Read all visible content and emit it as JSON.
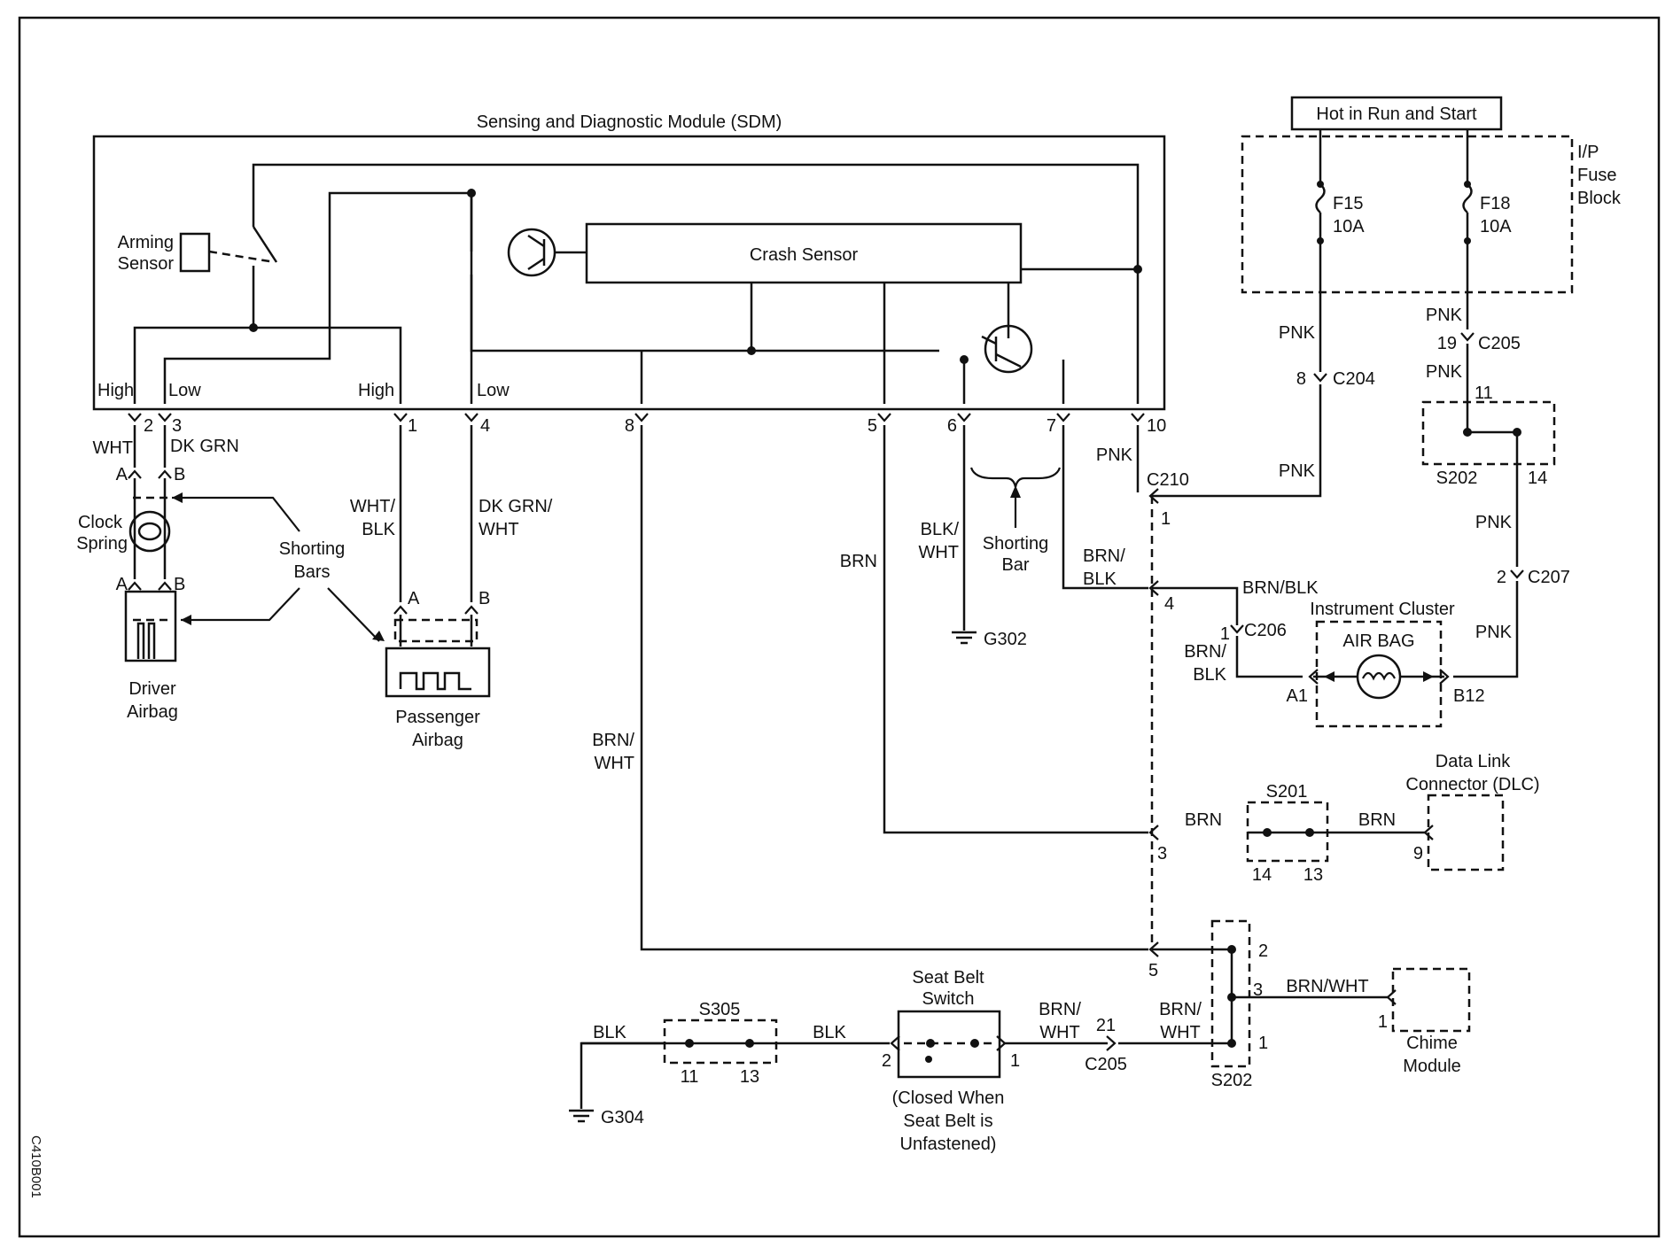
{
  "title": "Sensing and Diagnostic Module (SDM)",
  "power_label": "Hot in Run and Start",
  "fuse_block": [
    "I/P",
    "Fuse",
    "Block"
  ],
  "fuses": [
    {
      "name": "F15",
      "rating": "10A"
    },
    {
      "name": "F18",
      "rating": "10A"
    }
  ],
  "sdm_internal": {
    "arming_sensor": [
      "Arming",
      "Sensor"
    ],
    "crash_sensor": "Crash Sensor",
    "high": "High",
    "low": "Low"
  },
  "sdm_pins": [
    "2",
    "3",
    "1",
    "4",
    "8",
    "5",
    "6",
    "7",
    "10"
  ],
  "driver": {
    "wires": [
      "WHT",
      "DK GRN"
    ],
    "connector_letters": [
      "A",
      "B"
    ],
    "clock_spring": [
      "Clock",
      "Spring"
    ],
    "airbag": [
      "Driver",
      "Airbag"
    ]
  },
  "shorting_bars": [
    "Shorting",
    "Bars"
  ],
  "shorting_bar": [
    "Shorting",
    "Bar"
  ],
  "passenger": {
    "wires": [
      [
        "WHT/",
        "BLK"
      ],
      [
        "DK GRN/",
        "WHT"
      ]
    ],
    "connector_letters": [
      "A",
      "B"
    ],
    "airbag": [
      "Passenger",
      "Airbag"
    ]
  },
  "wire_colors": {
    "pnk": "PNK",
    "brn": "BRN",
    "brn_blk": "BRN/BLK",
    "brn_blk_split": [
      "BRN/",
      "BLK"
    ],
    "blk_wht": [
      "BLK/",
      "WHT"
    ],
    "brn_wht": [
      "BRN/",
      "WHT"
    ],
    "brn_wht_inline": "BRN/WHT",
    "blk": "BLK"
  },
  "connectors": {
    "c204": {
      "name": "C204",
      "pin": "8"
    },
    "c205_top": {
      "name": "C205",
      "pin": "19"
    },
    "c205_bottom": {
      "name": "C205",
      "pin": "21"
    },
    "c207": {
      "name": "C207",
      "pin": "2"
    },
    "c206": {
      "name": "C206",
      "pin": "1"
    },
    "c210": {
      "name": "C210",
      "pins": [
        "1",
        "4",
        "3",
        "5"
      ]
    }
  },
  "splices": {
    "s202_top": {
      "name": "S202",
      "pins": [
        "11",
        "14"
      ]
    },
    "s201": {
      "name": "S201",
      "pins": [
        "14",
        "13"
      ]
    },
    "s202_bottom": {
      "name": "S202",
      "pins": [
        "2",
        "3",
        "1"
      ]
    },
    "s305": {
      "name": "S305",
      "pins": [
        "11",
        "13"
      ]
    }
  },
  "grounds": [
    "G302",
    "G304"
  ],
  "instrument_cluster": {
    "name": "Instrument Cluster",
    "lamp": "AIR BAG",
    "pins": [
      "A1",
      "B12"
    ]
  },
  "dlc": {
    "name": [
      "Data Link",
      "Connector (DLC)"
    ],
    "pin": "9"
  },
  "chime": {
    "name": [
      "Chime",
      "Module"
    ],
    "pin": "1"
  },
  "seat_belt": {
    "name": [
      "Seat Belt",
      "Switch"
    ],
    "pins": [
      "2",
      "1"
    ],
    "note": [
      "(Closed When",
      "Seat Belt is",
      "Unfastened)"
    ]
  },
  "figure_id": "C410B001"
}
